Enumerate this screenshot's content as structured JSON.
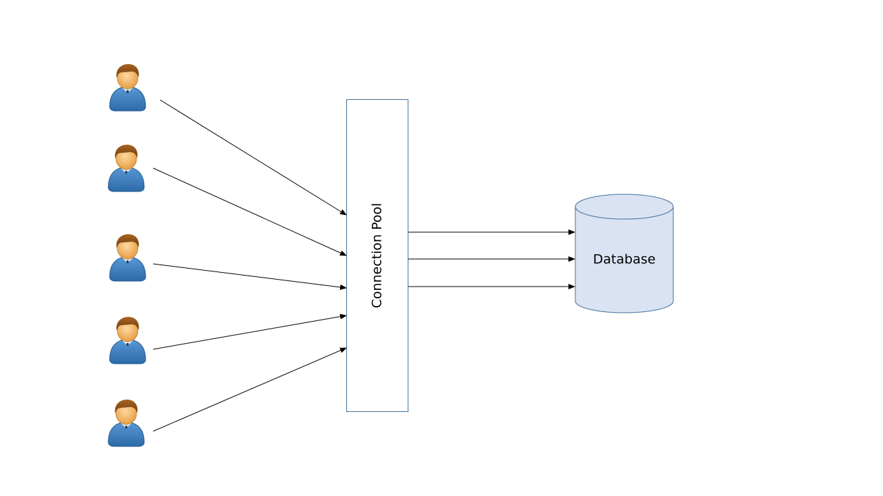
{
  "diagram": {
    "pool_label": "Connection Pool",
    "database_label": "Database",
    "user_icon": "user-icon",
    "user_count": 5,
    "pool_to_database_connections": 3
  },
  "colors": {
    "pool_border": "#41719c",
    "database_fill": "#dae3f3",
    "database_border": "#41719c",
    "arrow": "#000000",
    "user_shirt": "#3a7cc0",
    "user_skin": "#f2b56b",
    "user_hair": "#8b4f16"
  }
}
